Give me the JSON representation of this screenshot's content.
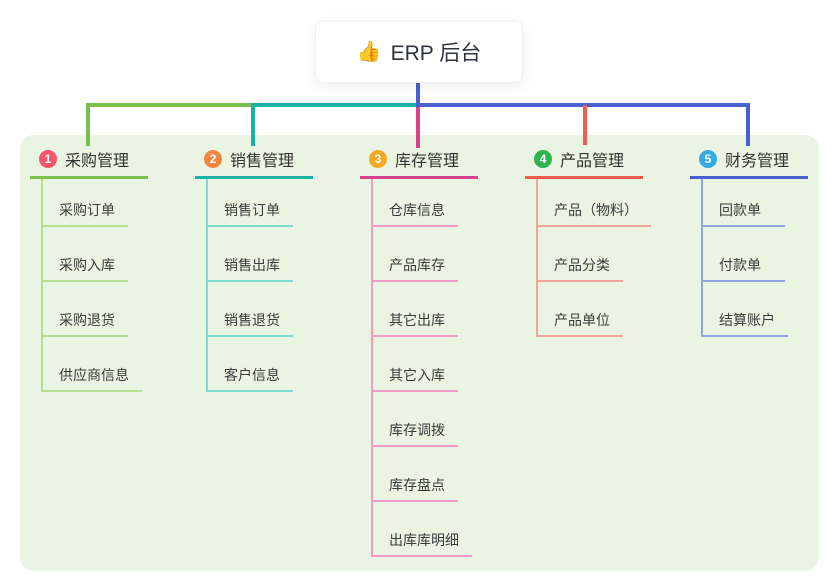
{
  "root": {
    "icon": "👍",
    "label": "ERP 后台"
  },
  "colors": {
    "panel_background": "#e9f5e2",
    "root_line": "#4a5fd0"
  },
  "branches": [
    {
      "number": "1",
      "title": "采购管理",
      "badge_color": "#f4566e",
      "line_color": "#7cbf4d",
      "child_line_color": "#b6dd90",
      "children": [
        "采购订单",
        "采购入库",
        "采购退货",
        "供应商信息"
      ]
    },
    {
      "number": "2",
      "title": "销售管理",
      "badge_color": "#f58540",
      "line_color": "#16b3a6",
      "child_line_color": "#7fd9cf",
      "children": [
        "销售订单",
        "销售出库",
        "销售退货",
        "客户信息"
      ]
    },
    {
      "number": "3",
      "title": "库存管理",
      "badge_color": "#f7a823",
      "line_color": "#d8418c",
      "child_line_color": "#f09cc4",
      "children": [
        "仓库信息",
        "产品库存",
        "其它出库",
        "其它入库",
        "库存调拨",
        "库存盘点",
        "出库库明细"
      ]
    },
    {
      "number": "4",
      "title": "产品管理",
      "badge_color": "#2fb350",
      "line_color": "#f25e50",
      "child_line_color": "#f6a39c",
      "children": [
        "产品（物料）",
        "产品分类",
        "产品单位"
      ]
    },
    {
      "number": "5",
      "title": "财务管理",
      "badge_color": "#35aae0",
      "line_color": "#4a5fd0",
      "child_line_color": "#93a4de",
      "children": [
        "回款单",
        "付款单",
        "结算账户"
      ]
    }
  ]
}
